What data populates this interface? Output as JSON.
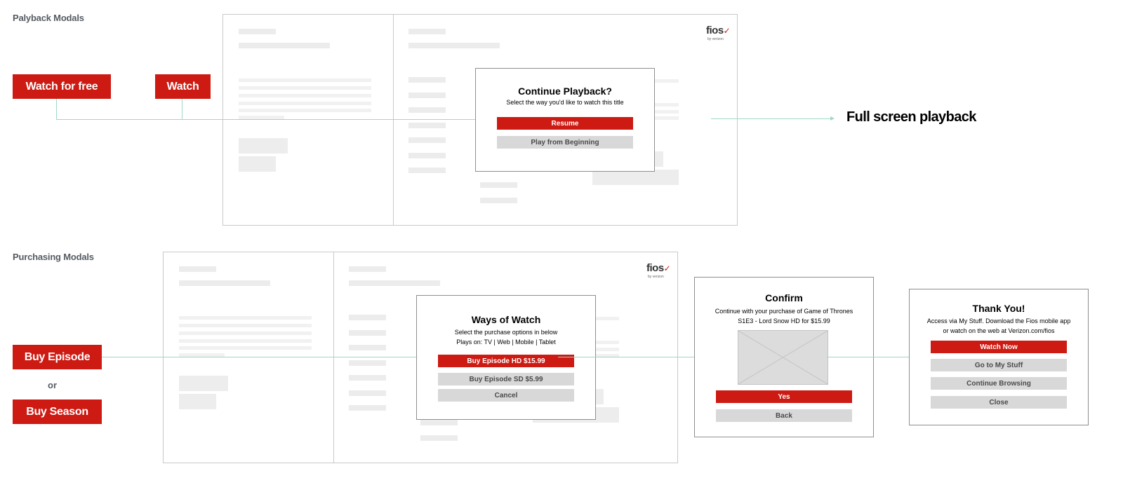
{
  "sections": {
    "playback_label": "Palyback Modals",
    "purchasing_label": "Purchasing Modals"
  },
  "playback": {
    "watch_free_label": "Watch for free",
    "watch_label": "Watch",
    "destination_label": "Full screen playback",
    "modal": {
      "title": "Continue Playback?",
      "subtitle": "Select the way you'd like to watch this title",
      "resume_label": "Resume",
      "play_beginning_label": "Play from Beginning"
    }
  },
  "brand": {
    "logo_text": "fios",
    "logo_sub": "by verizon"
  },
  "purchasing": {
    "buy_episode_label": "Buy Episode",
    "or_label": "or",
    "buy_season_label": "Buy Season",
    "ways_modal": {
      "title": "Ways of Watch",
      "line1": "Select the purchase options in below",
      "line2": "Plays on: TV | Web | Mobile | Tablet",
      "buy_hd_label": "Buy Episode HD $15.99",
      "buy_sd_label": "Buy Episode SD $5.99",
      "cancel_label": "Cancel"
    },
    "confirm_modal": {
      "title": "Confirm",
      "line1": "Continue with your purchase of Game of Thrones",
      "line2": "S1E3 - Lord Snow HD for $15.99",
      "yes_label": "Yes",
      "back_label": "Back"
    },
    "thanks_modal": {
      "title": "Thank You!",
      "line1": "Access via My Stuff. Download the Fios mobile app",
      "line2": "or watch on the web at Verizon.com/fios",
      "watch_now_label": "Watch Now",
      "go_stuff_label": "Go to My Stuff",
      "continue_label": "Continue Browsing",
      "close_label": "Close"
    }
  },
  "colors": {
    "accent_red": "#cd1a12",
    "connector": "#9fd8c7",
    "frame_border": "#c9c9c9",
    "button_gray": "#d8d8d8"
  }
}
